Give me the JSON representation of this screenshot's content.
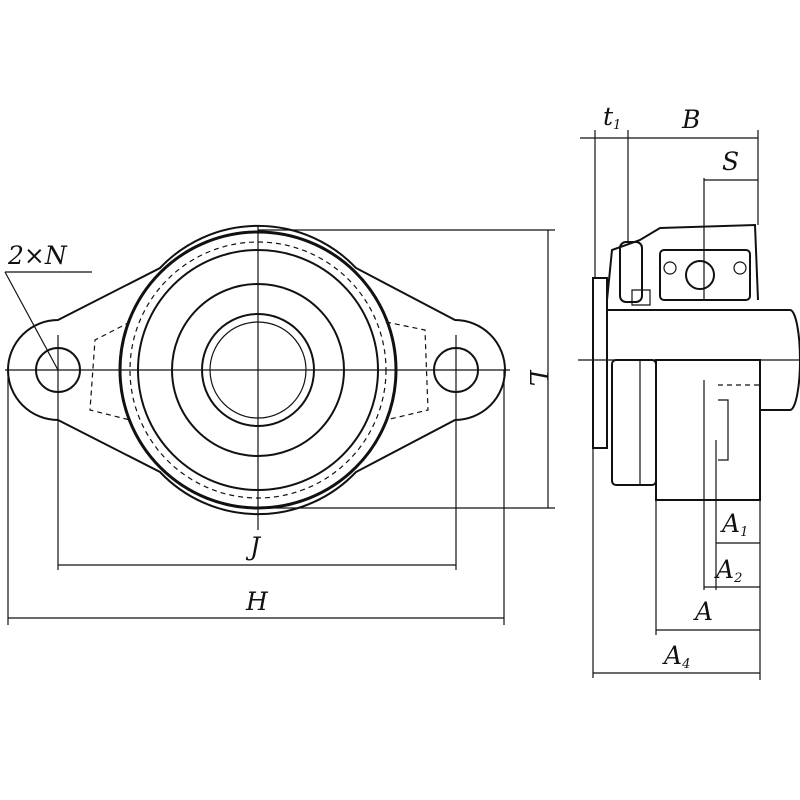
{
  "labels": {
    "n": "2×N",
    "j": "J",
    "h": "H",
    "l": "L",
    "t1": {
      "main": "t",
      "sub": "1"
    },
    "b": "B",
    "s": "S",
    "a1": {
      "main": "A",
      "sub": "1"
    },
    "a2": {
      "main": "A",
      "sub": "2"
    },
    "a": "A",
    "a4": {
      "main": "A",
      "sub": "4"
    }
  },
  "colors": {
    "line": "#111111",
    "background": "#ffffff"
  }
}
